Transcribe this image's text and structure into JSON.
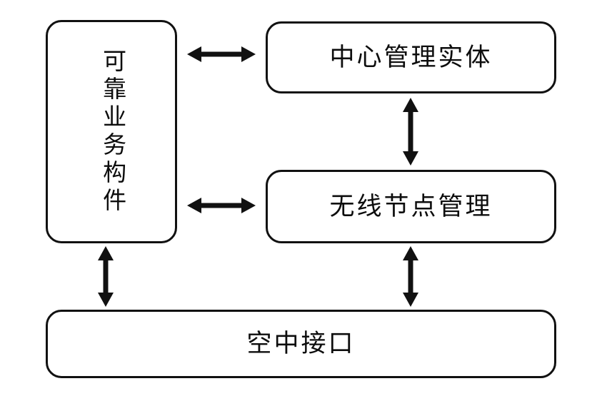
{
  "diagram": {
    "title": "",
    "background_color": "#ffffff",
    "stroke_color": "#111111",
    "text_color": "#0d0d0d",
    "nodes": [
      {
        "id": "reliable-service-component",
        "label": "可靠业务构件",
        "orientation": "vertical"
      },
      {
        "id": "central-management-entity",
        "label": "中心管理实体",
        "orientation": "horizontal"
      },
      {
        "id": "wireless-node-management",
        "label": "无线节点管理",
        "orientation": "horizontal"
      },
      {
        "id": "air-interface",
        "label": "空中接口",
        "orientation": "horizontal"
      }
    ],
    "connectors": [
      {
        "id": "component-to-central",
        "from": "reliable-service-component",
        "to": "central-management-entity",
        "direction": "horizontal",
        "arrowheads": "both"
      },
      {
        "id": "component-to-wireless",
        "from": "reliable-service-component",
        "to": "wireless-node-management",
        "direction": "horizontal",
        "arrowheads": "both"
      },
      {
        "id": "central-to-wireless",
        "from": "central-management-entity",
        "to": "wireless-node-management",
        "direction": "vertical",
        "arrowheads": "both"
      },
      {
        "id": "wireless-to-air",
        "from": "wireless-node-management",
        "to": "air-interface",
        "direction": "vertical",
        "arrowheads": "both"
      },
      {
        "id": "component-to-air",
        "from": "reliable-service-component",
        "to": "air-interface",
        "direction": "vertical",
        "arrowheads": "both"
      }
    ]
  }
}
